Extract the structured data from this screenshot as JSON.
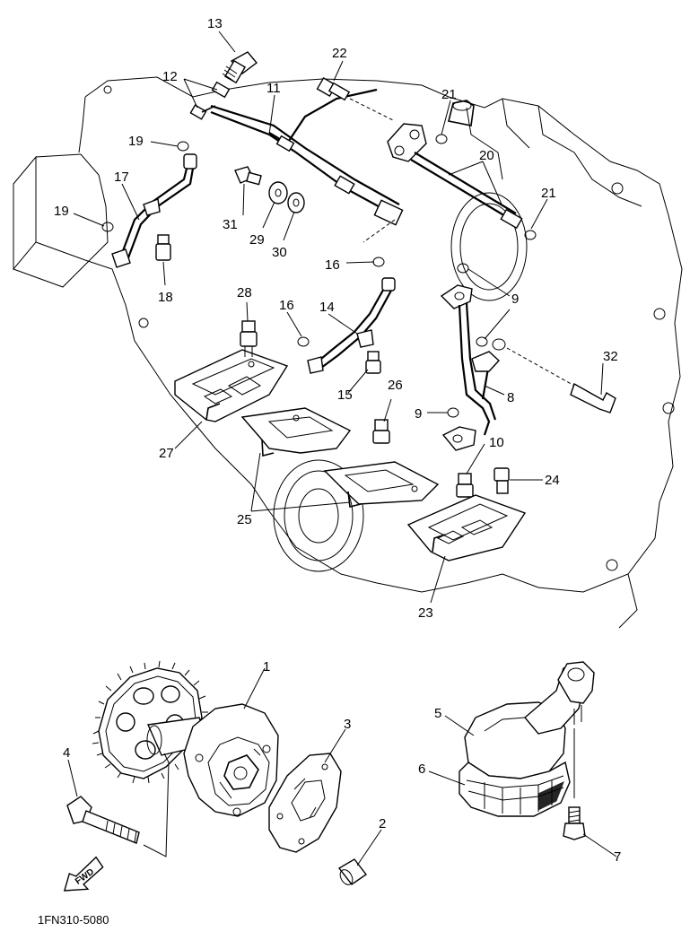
{
  "diagram": {
    "code": "1FN310-5080",
    "fwd_label": "FWD",
    "labels": {
      "l1": "1",
      "l2": "2",
      "l3": "3",
      "l4": "4",
      "l5": "5",
      "l6": "6",
      "l7": "7",
      "l8": "8",
      "l9a": "9",
      "l9b": "9",
      "l10": "10",
      "l11": "11",
      "l12": "12",
      "l13": "13",
      "l14": "14",
      "l15": "15",
      "l16a": "16",
      "l16b": "16",
      "l17": "17",
      "l18": "18",
      "l19a": "19",
      "l19b": "19",
      "l20": "20",
      "l21a": "21",
      "l21b": "21",
      "l22": "22",
      "l23": "23",
      "l24": "24",
      "l25": "25",
      "l26": "26",
      "l27": "27",
      "l28": "28",
      "l29": "29",
      "l30": "30",
      "l31": "31",
      "l32": "32"
    }
  }
}
